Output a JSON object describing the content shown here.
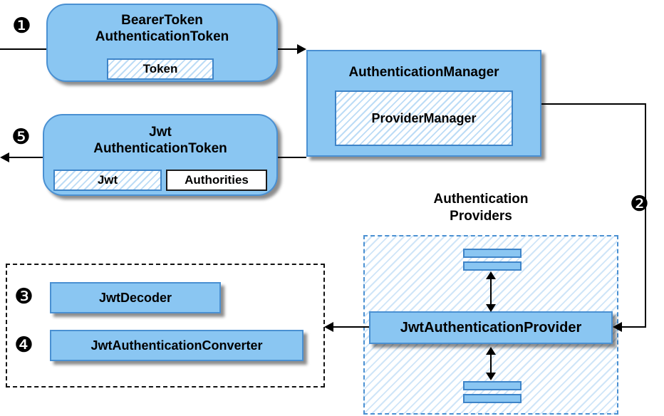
{
  "diagram": {
    "badges": {
      "step1": "❶",
      "step2": "❷",
      "step3": "❸",
      "step4": "❹",
      "step5": "❺"
    },
    "bearer_token_box": {
      "title_line1": "BearerToken",
      "title_line2": "AuthenticationToken",
      "token_label": "Token"
    },
    "authentication_manager_box": {
      "title": "AuthenticationManager",
      "provider_manager_label": "ProviderManager"
    },
    "jwt_authentication_token_box": {
      "title_line1": "Jwt",
      "title_line2": "AuthenticationToken",
      "jwt_label": "Jwt",
      "authorities_label": "Authorities"
    },
    "authentication_providers": {
      "title_line1": "Authentication",
      "title_line2": "Providers",
      "jwt_authentication_provider_label": "JwtAuthenticationProvider"
    },
    "converters_box": {
      "jwt_decoder_label": "JwtDecoder",
      "jwt_authentication_converter_label": "JwtAuthenticationConverter"
    },
    "colors": {
      "box_fill": "#8AC6F2",
      "box_border": "#4A90D2",
      "hatch_stripe": "#BCDCF6",
      "providers_hatch_stripe": "#CFE5F8",
      "line": "#000000"
    }
  }
}
